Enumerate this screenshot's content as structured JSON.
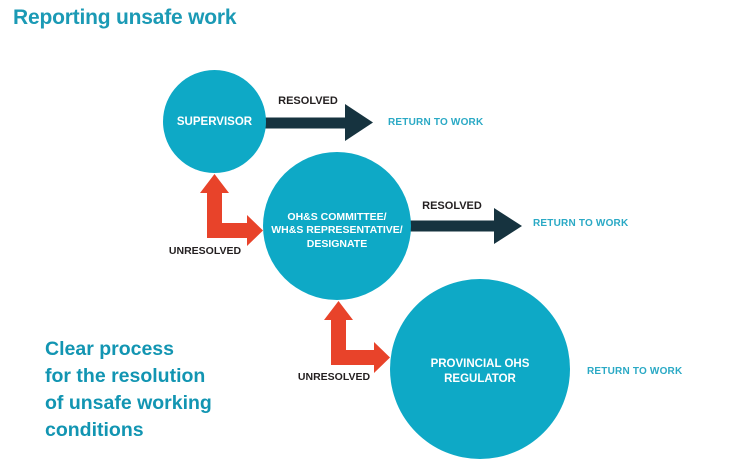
{
  "title": "Reporting unsafe work",
  "tagline": "Clear process\nfor the resolution\nof unsafe working\nconditions",
  "colors": {
    "circle_teal": "#0ea9c6",
    "heading_teal": "#1b9ab5",
    "tagline_teal": "#1295b2",
    "resolved_arrow_navy": "#16333f",
    "unresolved_arrow_red": "#e8432a",
    "label_dark": "#231f20",
    "return_to_work_teal": "#2aa9c5",
    "background": "#ffffff"
  },
  "steps": [
    {
      "node": "SUPERVISOR",
      "resolved_label": "RESOLVED",
      "outcome": "RETURN TO WORK",
      "unresolved_label": "UNRESOLVED"
    },
    {
      "node": "OH&S COMMITTEE/\nWH&S REPRESENTATIVE/\nDESIGNATE",
      "resolved_label": "RESOLVED",
      "outcome": "RETURN TO WORK",
      "unresolved_label": "UNRESOLVED"
    },
    {
      "node": "PROVINCIAL OHS\nREGULATOR",
      "outcome": "RETURN TO WORK"
    }
  ]
}
